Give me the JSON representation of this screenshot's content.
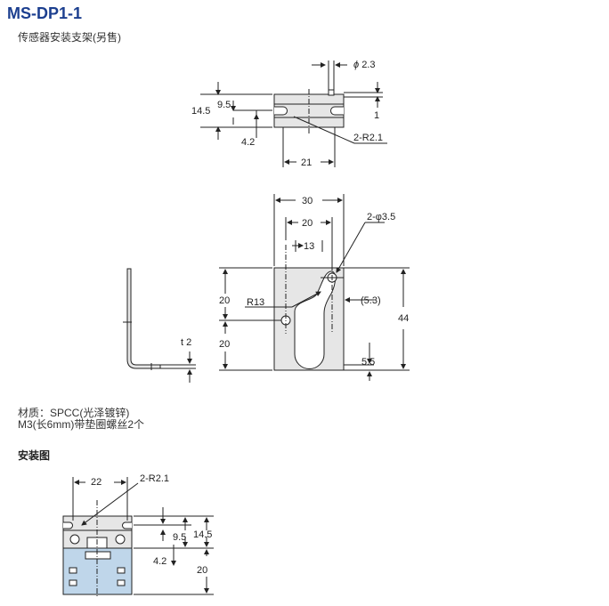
{
  "header": {
    "title": "MS-DP1-1",
    "subtitle": "传感器安装支架(另售)"
  },
  "notes": {
    "material": "材质：SPCC(光泽镀锌)",
    "screws": "M3(长6mm)带垫圈螺丝2个"
  },
  "install": {
    "heading": "安装图"
  },
  "top_view": {
    "d_phi": "2.3",
    "d_14_5": "14.5",
    "d_9_5": "9.5",
    "d_1": "1",
    "d_4_2": "4.2",
    "d_r": "2-R2.1",
    "d_21": "21"
  },
  "front_view": {
    "d_30": "30",
    "d_20": "20",
    "d_13": "13",
    "d_holes": "2-φ3.5",
    "d_r13": "R13",
    "d_5_3": "(5.3)",
    "d_20a": "20",
    "d_20b": "20",
    "d_44": "44",
    "d_5_5": "5.5"
  },
  "side_view": {
    "d_t2": "t 2"
  },
  "install_view": {
    "d_22": "22",
    "d_r": "2-R2.1",
    "d_9_5": "9.5",
    "d_14_5": "14.5",
    "d_4_2": "4.2",
    "d_20": "20"
  },
  "colors": {
    "title": "#1c3f8f",
    "part_fill": "#e6e6e6",
    "sensor_fill": "#bfd6ea"
  }
}
